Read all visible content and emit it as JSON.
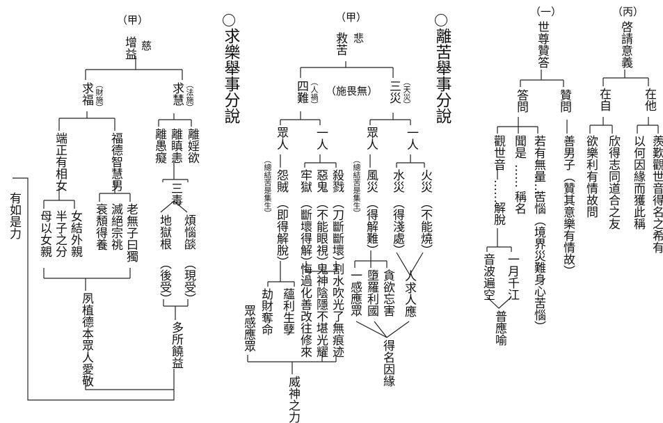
{
  "sections": {
    "qiule": {
      "title": "求樂舉事分說",
      "jia": "（甲）",
      "root": "增益",
      "root_note": "慈",
      "qiufu": "求福",
      "qiufu_note": "（財施）",
      "qiuhui": "求慧",
      "qiuhui_note": "（法施）",
      "duanzheng": "端正有相女",
      "fude": "福德智慧男",
      "nv_jie": "女結外親",
      "ban_zhi": "半子之分",
      "mu_yi": "母以女親",
      "lao_wu": "老無子曰獨",
      "mie_jue": "滅絕宗祧",
      "shuai_tui": "衰頽得養",
      "su_zhi": "夙植德本眾人愛敬",
      "li_yin": "離婬欲",
      "li_chen": "離瞋恚",
      "li_yu": "離愚癡",
      "san_du": "三毒",
      "fan_nao": "煩惱燄",
      "xian_shou": "（現受）",
      "di_yu": "地獄根",
      "hou_shou": "（後受）",
      "duo_suo": "多所饒益",
      "you_ru": "有如是力"
    },
    "liku": {
      "title": "離苦舉事分說",
      "jia": "（甲）",
      "root": "救苦",
      "root_note": "悲",
      "shi_wei": "（施畏無）",
      "si_nan": "四難",
      "si_nan_note": "（人禍）",
      "san_zai": "三災",
      "san_zai_note": "（天災）",
      "zhong_ren_1": "眾人",
      "yi_ren_1": "一人",
      "zhong_ren_2": "眾人",
      "yi_ren_2": "一人",
      "zong_jie_1": "（總結苦是集生）",
      "zong_jie_2": "（總結苦是集生）",
      "yuan_zei": "怨賊",
      "ji_de_jie": "（即得解脫）",
      "sha_lu": "殺戮",
      "dao_duan": "（刀斷斷壞）",
      "e_gui": "惡鬼",
      "bu_neng_yan": "（不能眼視）",
      "lao_yu": "牢獄",
      "duan_huai": "（斷壞得解）",
      "ge_shui": "割水吹光了無痕迹",
      "gui_shen": "鬼神陰隱不堪光耀",
      "hui_guo": "悔過化善改往修來",
      "jie_cai": "劫財奪命",
      "yun_li": "蘊利生孽",
      "zhong_gan_1": "眾感應眾",
      "wei_shen": "威神之力",
      "feng_zai": "風災",
      "de_jie_nan": "（得解難）",
      "shui_zai": "水災",
      "de_qian": "（得淺處）",
      "huo_zai": "火災",
      "bu_neng_shao": "（不能燒）",
      "duo_luo": "墮羅利國",
      "tan_yu": "貪欲忘害",
      "ren_qiu": "人求人應",
      "yi_gan": "一感應眾",
      "de_ming": "得名因緣"
    },
    "shizun": {
      "yi": "（一）",
      "root": "世尊贊答",
      "da_wen": "答問",
      "zan_wen": "贊問",
      "shan_nan": "善男子（贊其意樂有情故）",
      "guan_shi_yin": "觀世音",
      "jie_tuo": "解脫",
      "wen_shi": "聞是",
      "cheng_ming": "稱名",
      "ruo_you": "若有無量",
      "ku_nao": "苦惱（境界災難身心苦惱）",
      "dots": "……",
      "yin_bo": "音波遍空",
      "yi_yue": "一月千江",
      "pu_ying": "普應喻"
    },
    "bing": {
      "label": "（丙）",
      "root": "啓請意義",
      "zai_zi": "在自",
      "zai_ta": "在他",
      "yu_le": "欲樂利有情故問",
      "xin_de": "欣得志同道合之友",
      "yi_he": "以何因緣而獲此稱",
      "xian_tan": "羨歎觀世音得名之希有"
    }
  }
}
